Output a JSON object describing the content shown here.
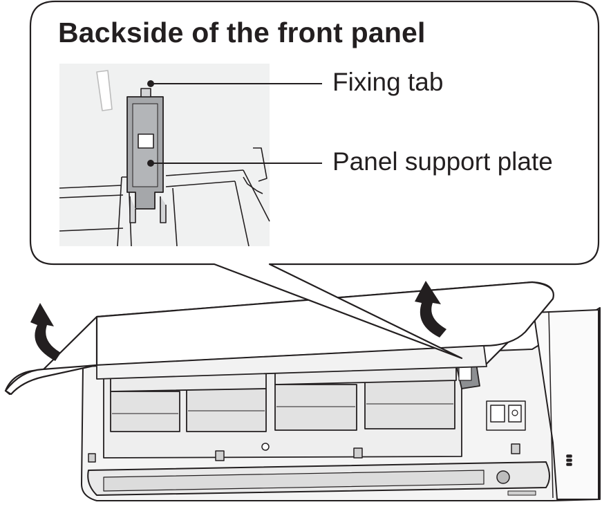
{
  "callout": {
    "title": "Backside of the front panel",
    "labels": {
      "fixing_tab": "Fixing tab",
      "panel_support_plate": "Panel support plate"
    }
  },
  "icons": {
    "left_arrow": "curved-up-arrow-icon",
    "right_arrow": "curved-up-arrow-icon"
  },
  "colors": {
    "line": "#231f20",
    "detail_bg": "#f0f1f1",
    "plate": "#a5a7aa",
    "unit_body": "#f7f7f7",
    "shadow": "#d9dadb"
  }
}
